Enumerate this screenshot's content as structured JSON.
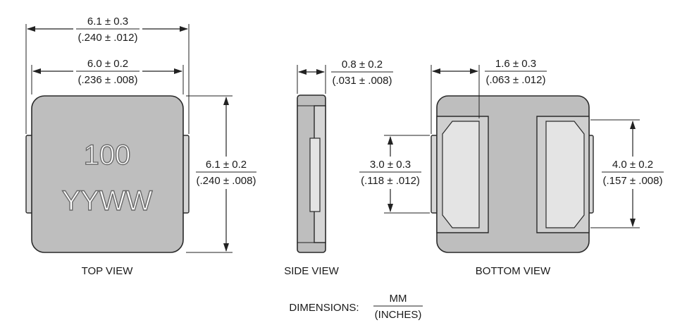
{
  "top_view": {
    "caption": "TOP VIEW",
    "marking_line1": "100",
    "marking_line2": "YYWW",
    "overall_width": {
      "mm": "6.1 ± 0.3",
      "in": "(.240 ± .012)"
    },
    "body_width": {
      "mm": "6.0 ± 0.2",
      "in": "(.236 ± .008)"
    },
    "height": {
      "mm": "6.1 ± 0.2",
      "in": "(.240 ± .008)"
    }
  },
  "side_view": {
    "caption": "SIDE VIEW",
    "thickness": {
      "mm": "0.8 ± 0.2",
      "in": "(.031 ± .008)"
    }
  },
  "bottom_view": {
    "caption": "BOTTOM VIEW",
    "pad_width": {
      "mm": "1.6 ± 0.3",
      "in": "(.063 ± .012)"
    },
    "pad_height_left": {
      "mm": "3.0 ± 0.3",
      "in": "(.118 ± .012)"
    },
    "pad_height_right": {
      "mm": "4.0 ± 0.2",
      "in": "(.157 ± .008)"
    }
  },
  "legend": {
    "label": "DIMENSIONS:",
    "numerator": "MM",
    "denominator": "(INCHES)"
  },
  "colors": {
    "body_fill": "#bebebe",
    "outline": "#2a2a2a"
  }
}
